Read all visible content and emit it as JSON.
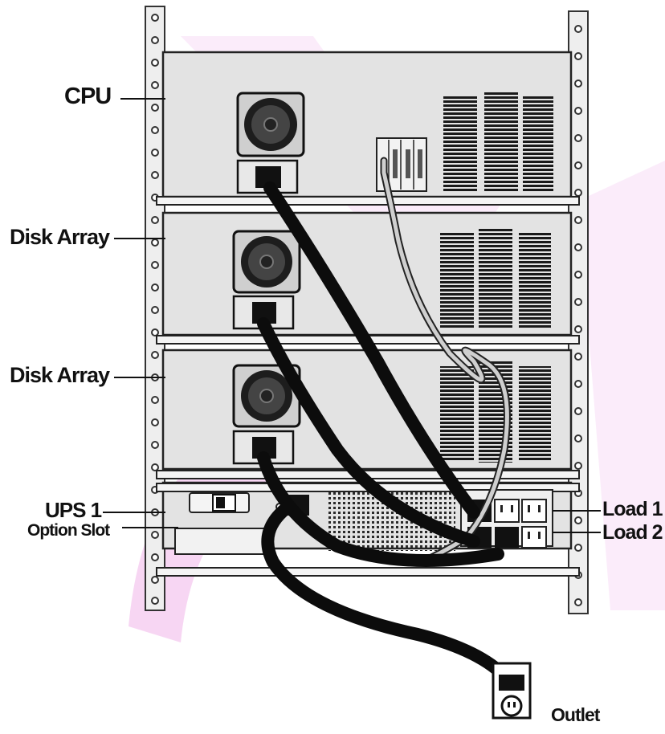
{
  "labels": {
    "cpu": "CPU",
    "disk_array_1": "Disk Array",
    "disk_array_2": "Disk Array",
    "ups": "UPS 1",
    "option_slot": "Option Slot",
    "load_1": "Load 1",
    "load_2": "Load 2",
    "outlet": "Outlet"
  },
  "colors": {
    "chassis": "#e4e4e4",
    "rail": "#ececec",
    "cable": "#111111",
    "signal_cable": "#bdbdbd",
    "watermark": "#f6d6f0"
  }
}
